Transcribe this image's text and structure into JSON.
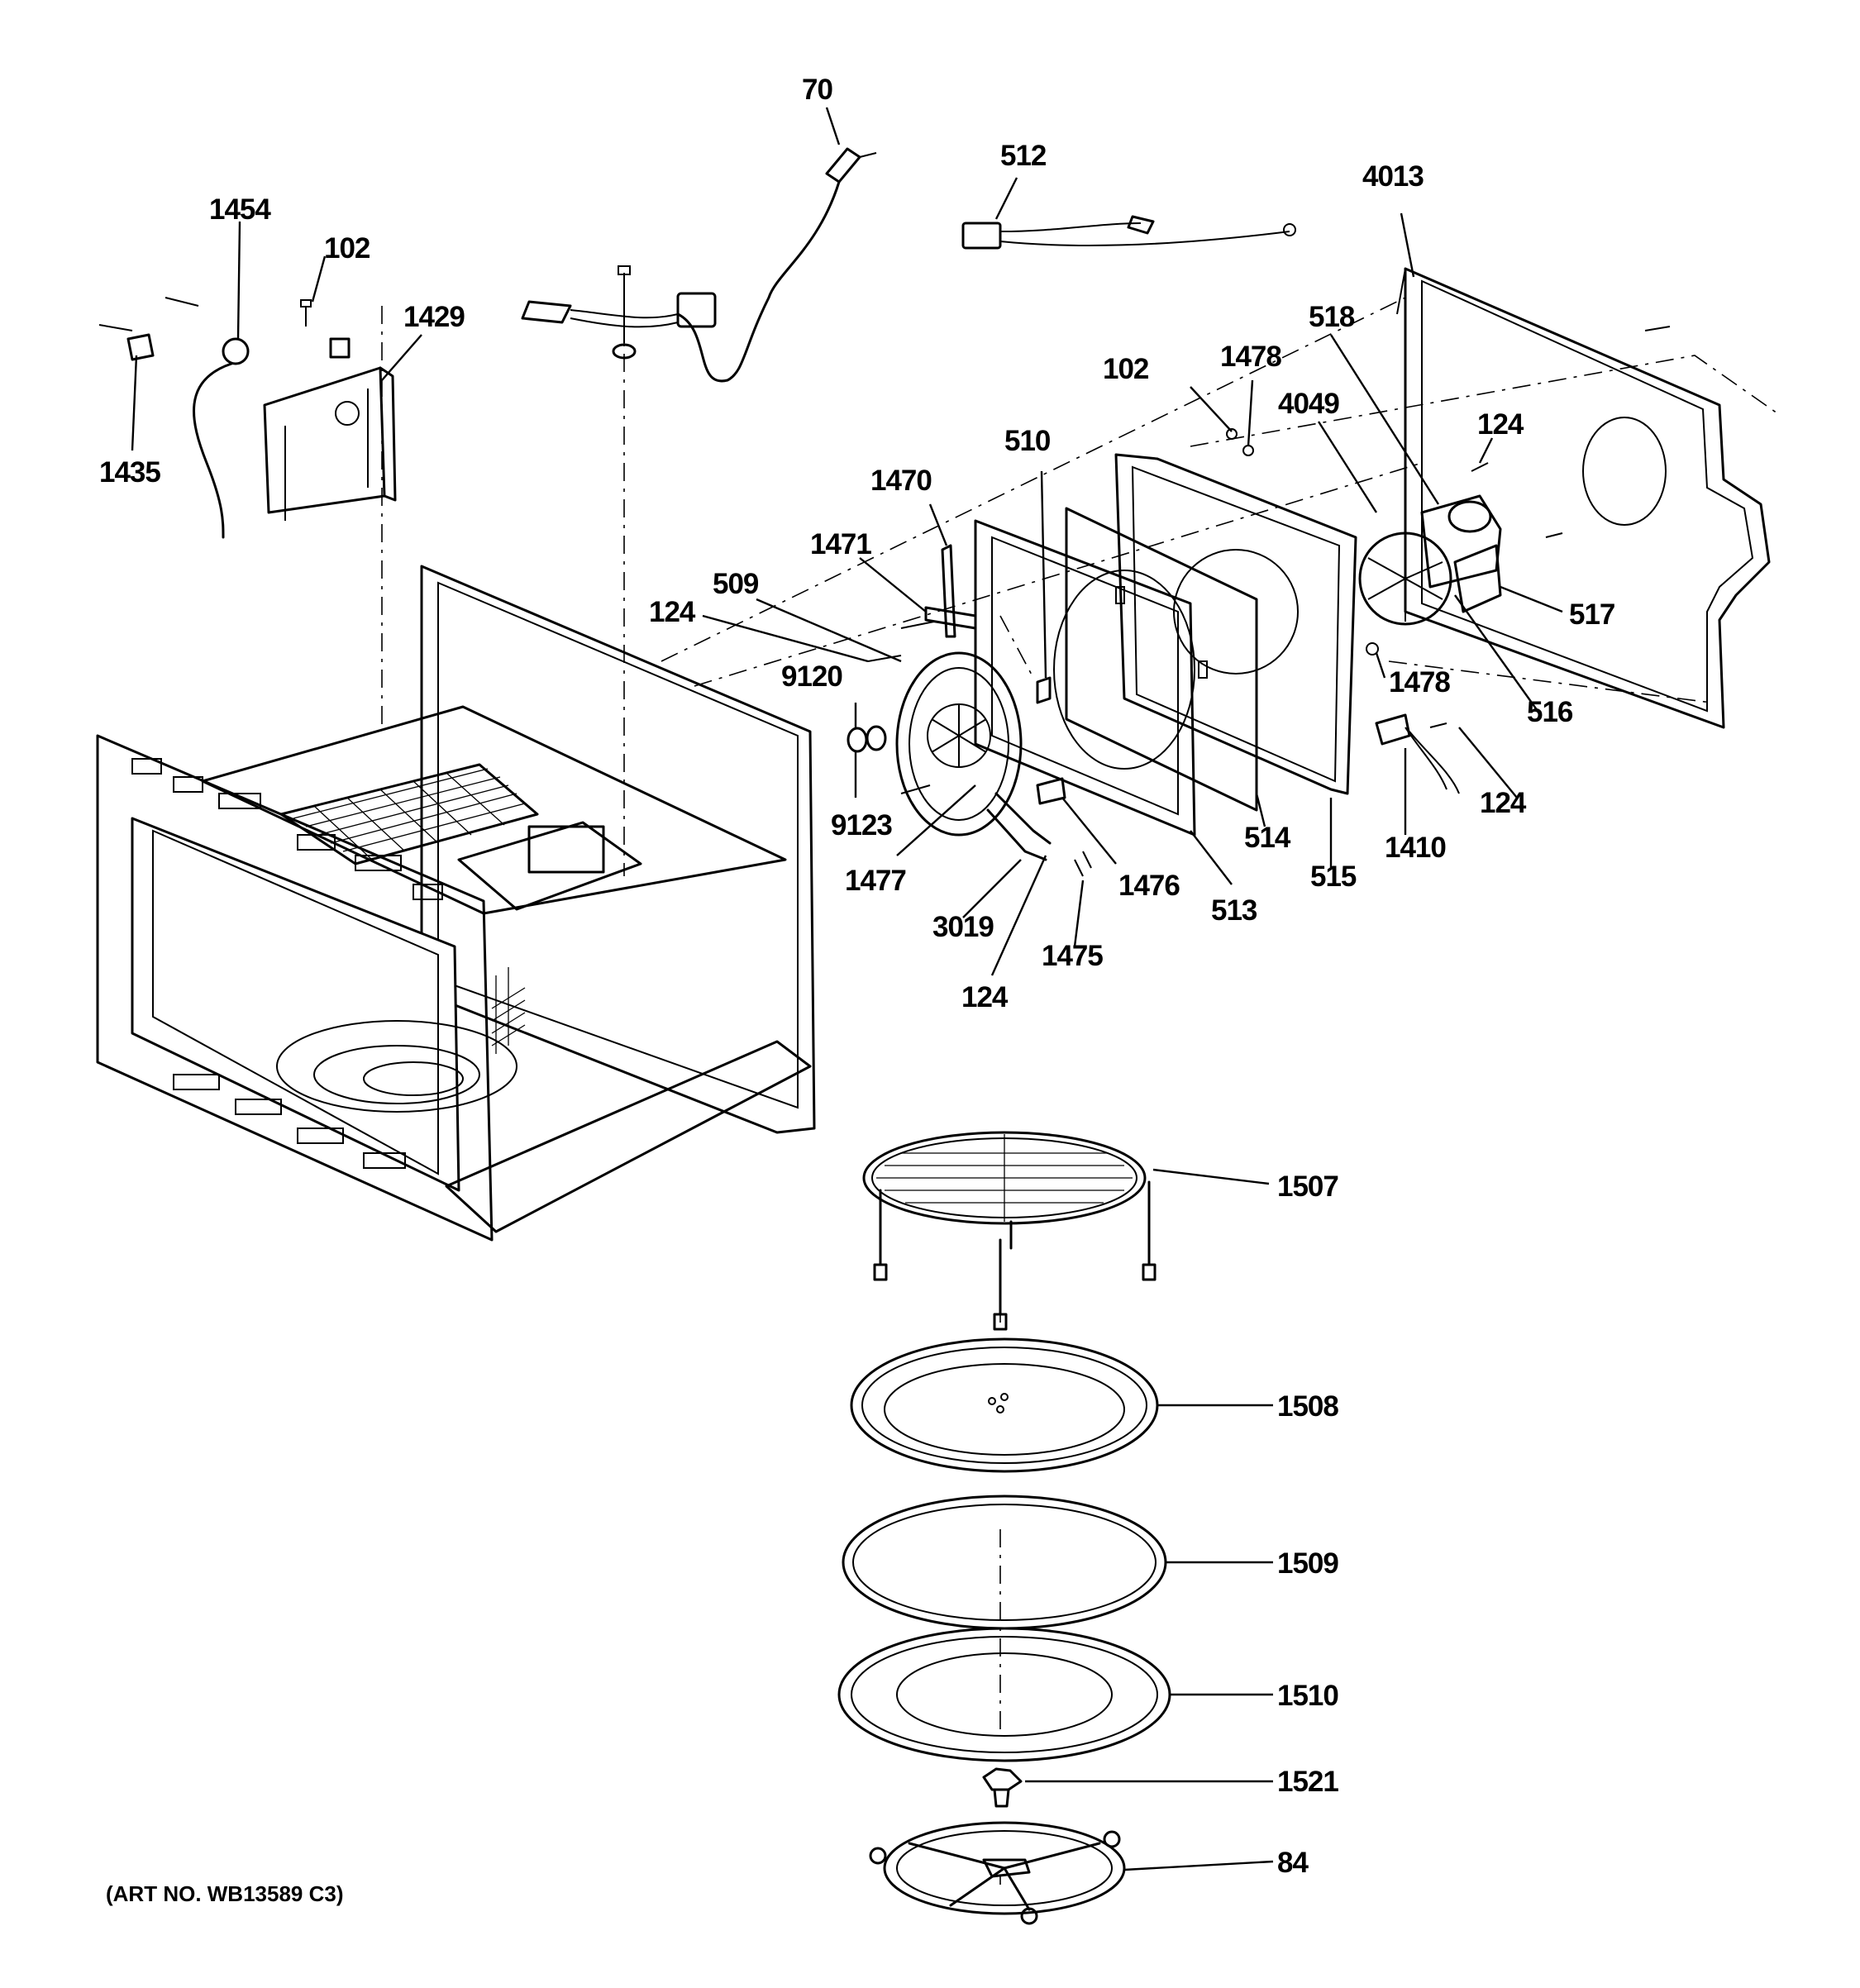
{
  "diagram": {
    "art_number": "(ART NO. WB13589 C3)",
    "callouts": [
      "70",
      "512",
      "4013",
      "1454",
      "102",
      "1429",
      "1435",
      "102",
      "1478",
      "518",
      "124",
      "4049",
      "510",
      "1470",
      "1471",
      "509",
      "124",
      "9120",
      "9123",
      "517",
      "1478",
      "516",
      "124",
      "1410",
      "515",
      "514",
      "513",
      "1476",
      "1475",
      "124",
      "3019",
      "1477",
      "1507",
      "1508",
      "1509",
      "1510",
      "1521",
      "84"
    ]
  }
}
